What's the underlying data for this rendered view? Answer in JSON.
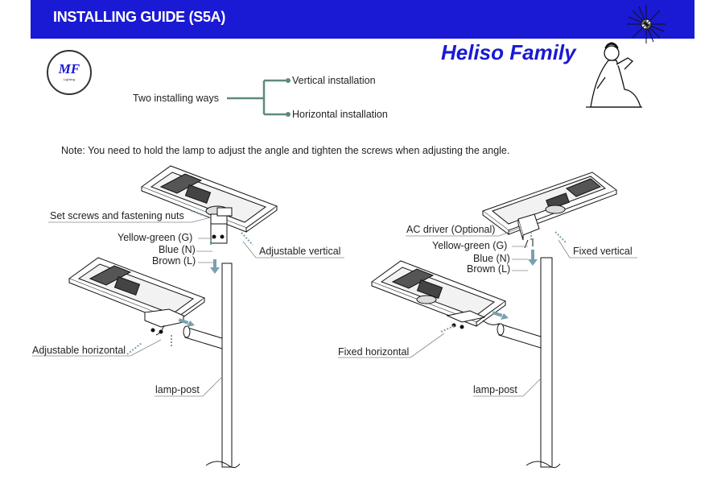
{
  "header": {
    "title": "INSTALLING GUIDE (S5A)"
  },
  "brand": {
    "name": "Heliso Family"
  },
  "logo": {
    "initials": "MF",
    "subtitle": "Lighting"
  },
  "methods": {
    "root": "Two installing ways",
    "options": [
      "Vertical installation",
      "Horizontal installation"
    ]
  },
  "note": "Note: You need to hold the lamp to adjust the angle and tighten the screws when adjusting the angle.",
  "left": {
    "screws": "Set screws and fastening nuts",
    "wire_g": "Yellow-green (G)",
    "wire_n": "Blue (N)",
    "wire_l": "Brown (L)",
    "vertical": "Adjustable vertical",
    "horizontal": "Adjustable horizontal",
    "post": "lamp-post"
  },
  "right": {
    "driver": "AC driver (Optional)",
    "wire_g": "Yellow-green (G)",
    "wire_n": "Blue (N)",
    "wire_l": "Brown (L)",
    "vertical": "Fixed vertical",
    "horizontal": "Fixed horizontal",
    "post": "lamp-post"
  },
  "colors": {
    "header_bg": "#1a19d4",
    "brand": "#1a19d4",
    "connector": "#5f8a7e",
    "arrow": "#7aa0b0"
  }
}
